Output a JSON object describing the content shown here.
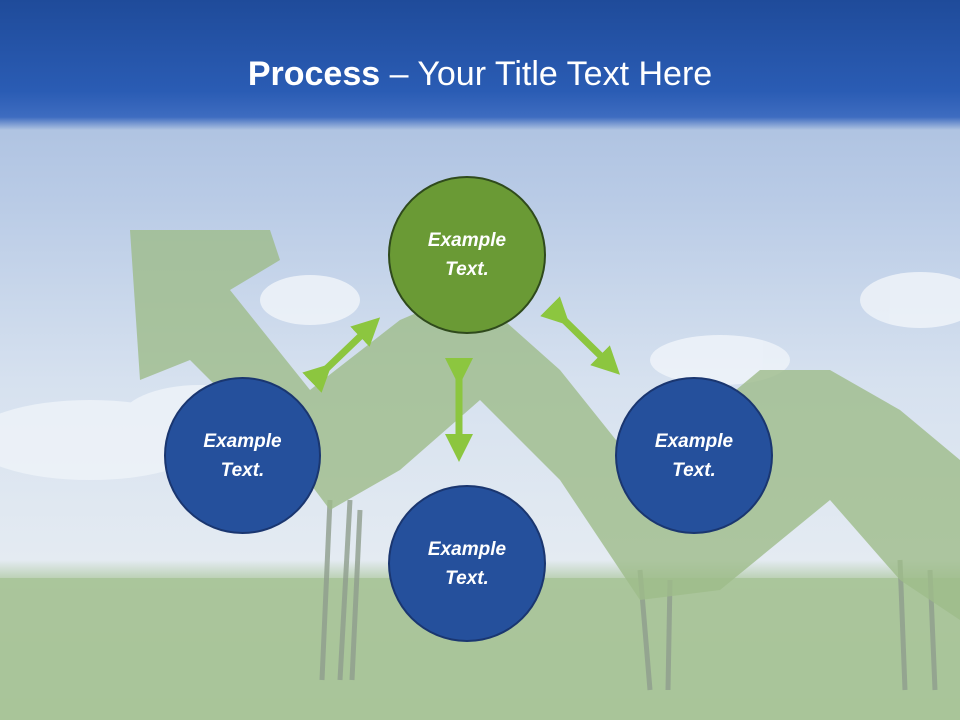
{
  "slide": {
    "title_bold": "Process",
    "title_rest": " – Your Title Text Here"
  },
  "nodes": {
    "top": {
      "label": "Example Text.",
      "color": "#6a9a35"
    },
    "left": {
      "label": "Example Text.",
      "color": "#25509c"
    },
    "right": {
      "label": "Example Text.",
      "color": "#25509c"
    },
    "bottom": {
      "label": "Example Text.",
      "color": "#25509c"
    }
  },
  "colors": {
    "title_bar": "#2a5cb4",
    "connector_arrow": "#8cc63f"
  }
}
